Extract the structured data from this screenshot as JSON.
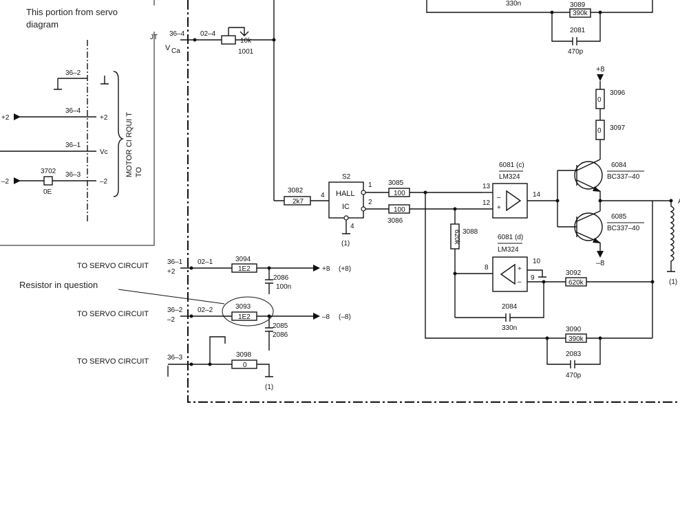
{
  "annotations": {
    "servo_note": [
      "This portion from servo",
      "diagram"
    ],
    "resistor_note": "Resistor in question"
  },
  "left_inset": {
    "side_label": [
      "TO",
      "MOTOR CI RQUI T"
    ],
    "pins": [
      "36–2",
      "36–4",
      "36–1",
      "36–3"
    ],
    "left_rails": [
      "+2",
      "–2"
    ],
    "signals": [
      "+2",
      "Vc",
      "–2"
    ],
    "resistor": {
      "ref": "3702",
      "value": "0E"
    }
  },
  "connectors": {
    "top_pin": "36–4",
    "top_wire": "02–4",
    "vca_main": "V",
    "vca_sub": "Ca",
    "jt_mark": "JT"
  },
  "servo_rows": [
    {
      "label": "TO  SERVO  CIRCUIT",
      "pin": "36–1",
      "sign": "+2",
      "wire": "02–1"
    },
    {
      "label": "TO  SERVO  CIRCUIT",
      "pin": "36–2",
      "sign": "–2",
      "wire": "02–2"
    },
    {
      "label": "TO  SERVO  CIRCUIT",
      "pin": "36–3",
      "sign": "",
      "wire": ""
    }
  ],
  "components": {
    "pot_1001": {
      "value": "10k",
      "ref": "1001"
    },
    "r3082": {
      "ref": "3082",
      "value": "2k7"
    },
    "r3085": {
      "ref": "3085",
      "value": "100"
    },
    "r3086": {
      "ref": "3086",
      "value": "100"
    },
    "r3088": {
      "ref": "3088",
      "value": "620k"
    },
    "r3089": {
      "ref": "3089",
      "value": "390k"
    },
    "r3089_cap": {
      "ref": "2081",
      "value": "470p"
    },
    "top_partial": "330n",
    "r3090": {
      "ref": "3090",
      "value": "390k"
    },
    "c2083": {
      "ref": "2083",
      "value": "470p"
    },
    "c2084": {
      "ref": "2084",
      "value": "330n"
    },
    "r3092": {
      "ref": "3092",
      "value": "620k"
    },
    "r3094": {
      "ref": "3094",
      "value": "1E2"
    },
    "r3093": {
      "ref": "3093",
      "value": "1E2"
    },
    "r3098": {
      "ref": "3098",
      "value": "0"
    },
    "c2086": {
      "ref": "2086",
      "value": "100n"
    },
    "c2085": {
      "ref": "2085",
      "value": "2086"
    },
    "r3096": {
      "ref": "3096",
      "value": "0"
    },
    "r3097": {
      "ref": "3097",
      "value": "0"
    }
  },
  "hall": {
    "ref": "S2",
    "line1": "HALL",
    "line2": "IC",
    "pins": [
      "1",
      "2",
      "4",
      "4"
    ],
    "gnd": "(1)"
  },
  "opamp_c": {
    "ref": "6081 (c)",
    "part": "LM324",
    "pins": [
      "13",
      "12",
      "14"
    ],
    "minus": "–",
    "plus": "+"
  },
  "opamp_d": {
    "ref": "6081 (d)",
    "part": "LM324",
    "pins": [
      "8",
      "10",
      "9"
    ],
    "minus": "–",
    "plus": "+"
  },
  "transistors": [
    {
      "ref": "6084",
      "part": "BC337–40"
    },
    {
      "ref": "6085",
      "part": "BC337–40"
    }
  ],
  "rails": {
    "pos8": "+8",
    "neg8": "–8",
    "out_pos": "+8",
    "out_pos_paren": "(+8)",
    "out_neg": "–8",
    "out_neg_paren": "(–8)",
    "gnd_1": "(1)",
    "gnd_2": "(1)",
    "gnd_3": "(1)",
    "partial_a": "A"
  }
}
